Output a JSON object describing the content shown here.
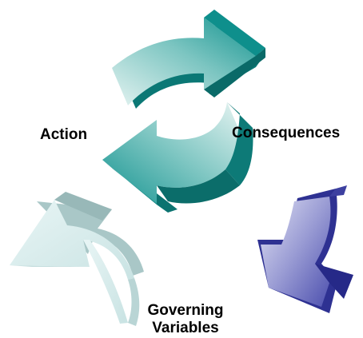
{
  "labels": {
    "action": "Action",
    "consequences": "Consequences",
    "governing_line1": "Governing",
    "governing_line2": "Variables"
  },
  "colors": {
    "teal_dark": "#0e8f8c",
    "teal_mid": "#54b3b0",
    "teal_light": "#d6ecea",
    "pale_teal": "#d9eeee",
    "pale_teal_side": "#a8c6c6",
    "blue_dark": "#2c2f8f",
    "blue_mid": "#7f82c8",
    "blue_light": "#d7d8f0"
  },
  "icons": [
    "arrow-top-right",
    "arrow-middle-left",
    "arrow-bottom-left-pale",
    "arrow-bottom-right-blue"
  ]
}
